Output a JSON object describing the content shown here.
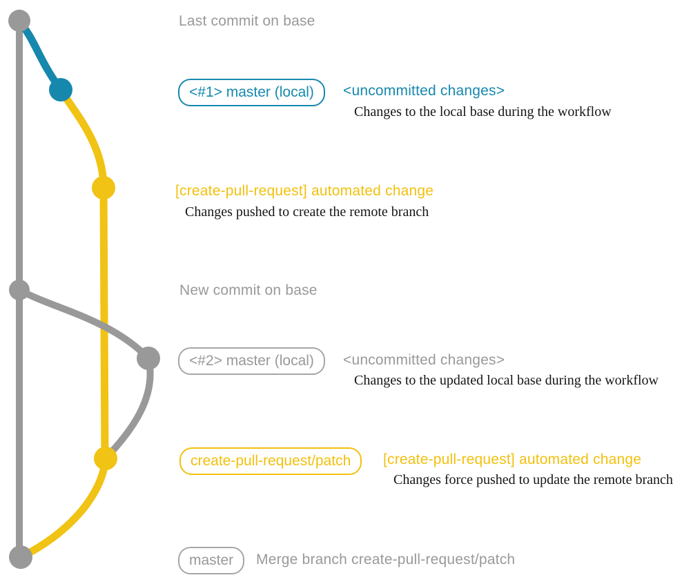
{
  "colors": {
    "gray": "#999999",
    "gray_border": "#A6A6A6",
    "teal": "#1688AD",
    "yellow": "#F0C314",
    "yellow_text": "#F2C00E",
    "description_text": "#151515",
    "background": "#FFFFFF"
  },
  "graph": {
    "branches": [
      {
        "name": "base-branch",
        "color": "#999999"
      },
      {
        "name": "local-uncommitted-changes",
        "color": "#1688AD"
      },
      {
        "name": "create-pull-request-patch",
        "color": "#F0C314"
      }
    ],
    "commit_count": 7
  },
  "annotations": [
    {
      "heading": "Last commit on base"
    },
    {
      "badge": "<#1> master (local)",
      "label": "<uncommitted changes>",
      "description": "Changes to the local base during the workflow"
    },
    {
      "label": "[create-pull-request] automated change",
      "description": "Changes pushed to create the remote branch"
    },
    {
      "heading": "New commit on base"
    },
    {
      "badge": "<#2> master (local)",
      "label": "<uncommitted changes>",
      "description": "Changes to the updated local base during the workflow"
    },
    {
      "badge": "create-pull-request/patch",
      "label": "[create-pull-request] automated change",
      "description": "Changes force pushed to update the remote branch"
    },
    {
      "badge": "master",
      "label": "Merge branch create-pull-request/patch"
    }
  ]
}
